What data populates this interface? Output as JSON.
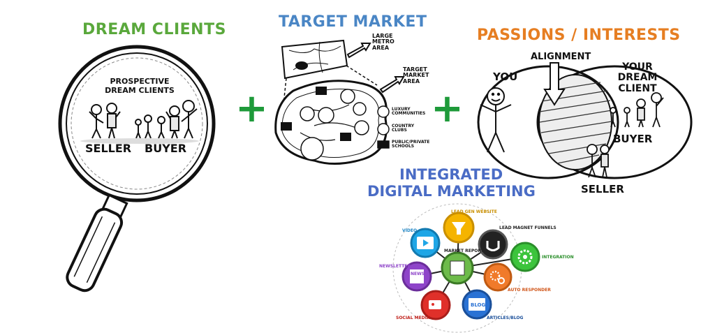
{
  "dream_clients": {
    "title": "DREAM CLIENTS",
    "prospective_label": "PROSPECTIVE\nDREAM CLIENTS",
    "seller_label": "SELLER",
    "buyer_label": "BUYER",
    "title_color": "#5aa83c"
  },
  "target_market": {
    "title": "TARGET MARKET",
    "title_color": "#4a86c5",
    "large_metro_label": "LARGE\nMETRO\nAREA",
    "target_area_label": "TARGET\nMARKET\nAREA",
    "legend": [
      {
        "icon": "house-icon",
        "label": "LUXURY\nCOMMUNITIES"
      },
      {
        "icon": "cc-icon",
        "label": "COUNTRY\nCLUBS"
      },
      {
        "icon": "school-icon",
        "label": "PUBLIC/PRIVATE\nSCHOOLS"
      }
    ]
  },
  "passions": {
    "title": "PASSIONS / INTERESTS",
    "title_color": "#e67e22",
    "alignment_label": "ALIGNMENT",
    "you_label": "YOU",
    "your_dream_client_label": "YOUR\nDREAM CLIENT",
    "buyer_label": "BUYER",
    "seller_label": "SELLER"
  },
  "plus_symbol": "+",
  "plus_color": "#1e9a3a",
  "integrated": {
    "title_line1": "INTEGRATED",
    "title_line2": "DIGITAL MARKETING",
    "title_color": "#4a6cc5",
    "center_label": "MARKET REPORT",
    "nodes": [
      {
        "label": "LEAD GEN WEBSITE",
        "color": "#f5b400",
        "icon": "funnel-icon"
      },
      {
        "label": "LEAD MAGNET FUNNELS",
        "color": "#222222",
        "icon": "magnet-icon"
      },
      {
        "label": "INTEGRATION",
        "color": "#3cc43c",
        "icon": "gear-icon"
      },
      {
        "label": "AUTO RESPONDER",
        "color": "#f07a2a",
        "icon": "gears-icon"
      },
      {
        "label": "ARTICLES/BLOG",
        "color": "#2a72d4",
        "icon": "blog-icon"
      },
      {
        "label": "SOCIAL MEDIA",
        "color": "#e0302a",
        "icon": "social-icon"
      },
      {
        "label": "NEWSLETTER",
        "color": "#8e44c9",
        "icon": "news-icon"
      },
      {
        "label": "VIDEO",
        "color": "#1ea6e6",
        "icon": "video-icon"
      }
    ],
    "blog_text": "BLOG",
    "news_text": "NEWS"
  }
}
